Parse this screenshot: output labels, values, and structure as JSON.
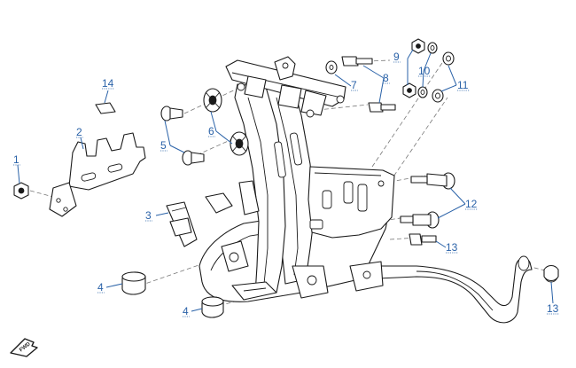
{
  "callouts": [
    {
      "id": "c1",
      "label": "1"
    },
    {
      "id": "c2",
      "label": "2"
    },
    {
      "id": "c3",
      "label": "3"
    },
    {
      "id": "c4a",
      "label": "4"
    },
    {
      "id": "c4b",
      "label": "4"
    },
    {
      "id": "c5",
      "label": "5"
    },
    {
      "id": "c6",
      "label": "6"
    },
    {
      "id": "c7",
      "label": "7"
    },
    {
      "id": "c8",
      "label": "8"
    },
    {
      "id": "c9",
      "label": "9"
    },
    {
      "id": "c10",
      "label": "10"
    },
    {
      "id": "c11",
      "label": "11"
    },
    {
      "id": "c12",
      "label": "12"
    },
    {
      "id": "c13a",
      "label": "13"
    },
    {
      "id": "c13b",
      "label": "13"
    },
    {
      "id": "c14",
      "label": "14"
    }
  ],
  "fwd_badge": "FWD",
  "colors": {
    "callout": "#2a62a8",
    "line": "#1a1a1a"
  }
}
